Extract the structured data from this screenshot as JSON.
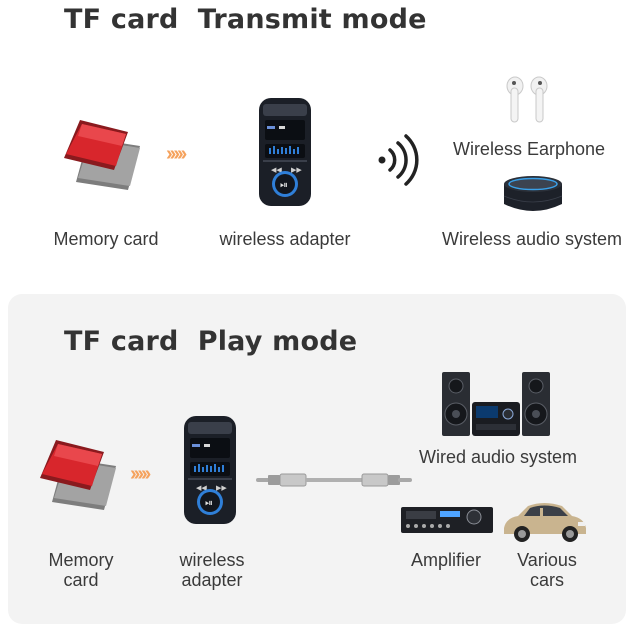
{
  "sections": {
    "transmit": {
      "title": "TF card  Transmit mode",
      "memory_label": "Memory card",
      "adapter_label": "wireless adapter",
      "earphone_label": "Wireless Earphone",
      "audio_system_label": "Wireless audio system"
    },
    "play": {
      "title": "TF card  Play mode",
      "memory_label_line1": "Memory",
      "memory_label_line2": "card",
      "adapter_label_line1": "wireless",
      "adapter_label_line2": "adapter",
      "wired_audio_label": "Wired audio system",
      "amplifier_label": "Amplifier",
      "cars_label_line1": "Various",
      "cars_label_line2": "cars"
    }
  },
  "colors": {
    "arrow": "#f5a25d",
    "card_red": "#d8262c",
    "card_gray": "#8a8a8a",
    "device_body": "#1b1f27",
    "screen_accent": "#2f7fd8",
    "panel_bg": "#f3f3f3"
  }
}
